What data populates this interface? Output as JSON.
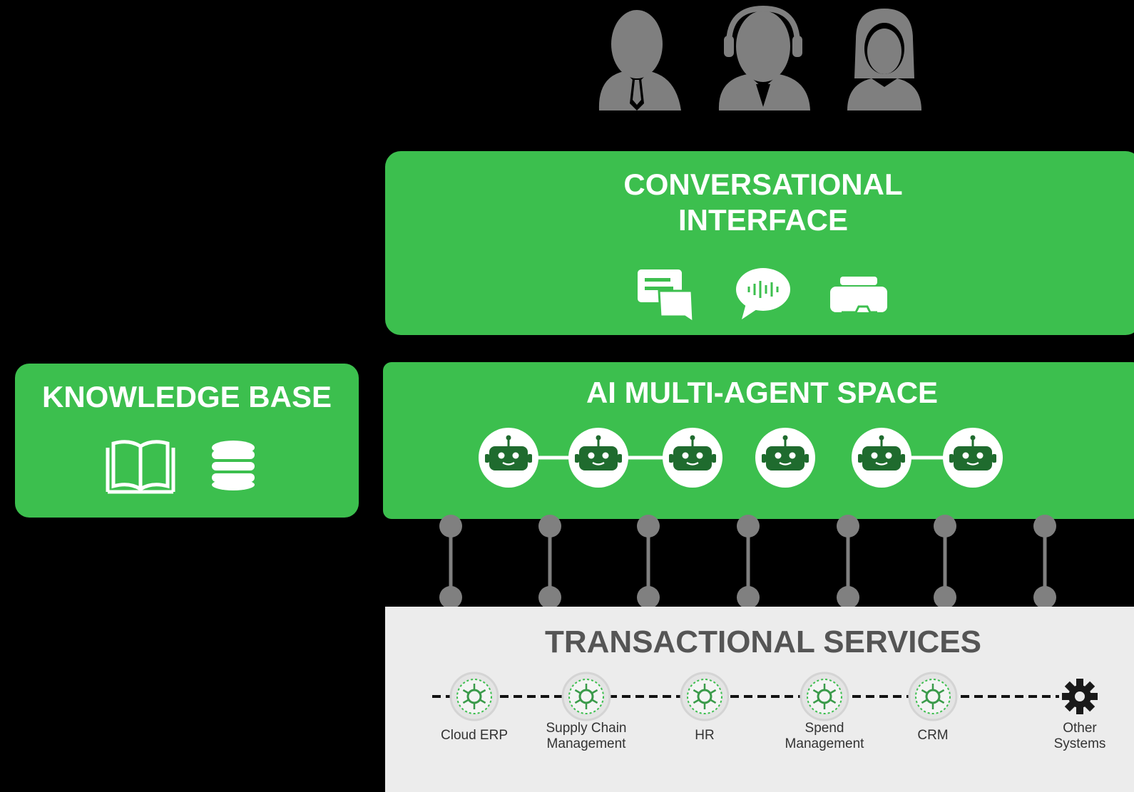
{
  "users": {
    "icons": [
      "business-person-icon",
      "support-agent-headset-icon",
      "woman-user-icon"
    ],
    "color": "#7f7f7f"
  },
  "conversational_interface": {
    "title_line1": "CONVERSATIONAL",
    "title_line2": "INTERFACE",
    "icons": [
      "chat-bubbles-icon",
      "voice-message-icon",
      "vr-headset-icon"
    ]
  },
  "knowledge_base": {
    "title": "KNOWLEDGE BASE",
    "icons": [
      "book-icon",
      "database-icon"
    ]
  },
  "ai_multi_agent_space": {
    "title": "AI MULTI-AGENT SPACE",
    "agents": [
      "robot-icon",
      "robot-icon",
      "robot-icon",
      "robot-icon",
      "robot-icon",
      "robot-icon"
    ]
  },
  "transactional_services": {
    "title": "TRANSACTIONAL SERVICES",
    "services": [
      {
        "label_line1": "Cloud ERP",
        "label_line2": "",
        "icon": "cloud-erp-icon"
      },
      {
        "label_line1": "Supply Chain",
        "label_line2": "Management",
        "icon": "supply-chain-icon"
      },
      {
        "label_line1": "HR",
        "label_line2": "",
        "icon": "hr-icon"
      },
      {
        "label_line1": "Spend",
        "label_line2": "Management",
        "icon": "spend-management-icon"
      },
      {
        "label_line1": "CRM",
        "label_line2": "",
        "icon": "crm-icon"
      },
      {
        "label_line1": "Other",
        "label_line2": "Systems",
        "icon": "gear-icon"
      }
    ]
  },
  "colors": {
    "background": "#000000",
    "accent_green": "#3cbf4e",
    "dark_green": "#1f6b2e",
    "connector_gray": "#808080",
    "services_background": "#ececec"
  }
}
